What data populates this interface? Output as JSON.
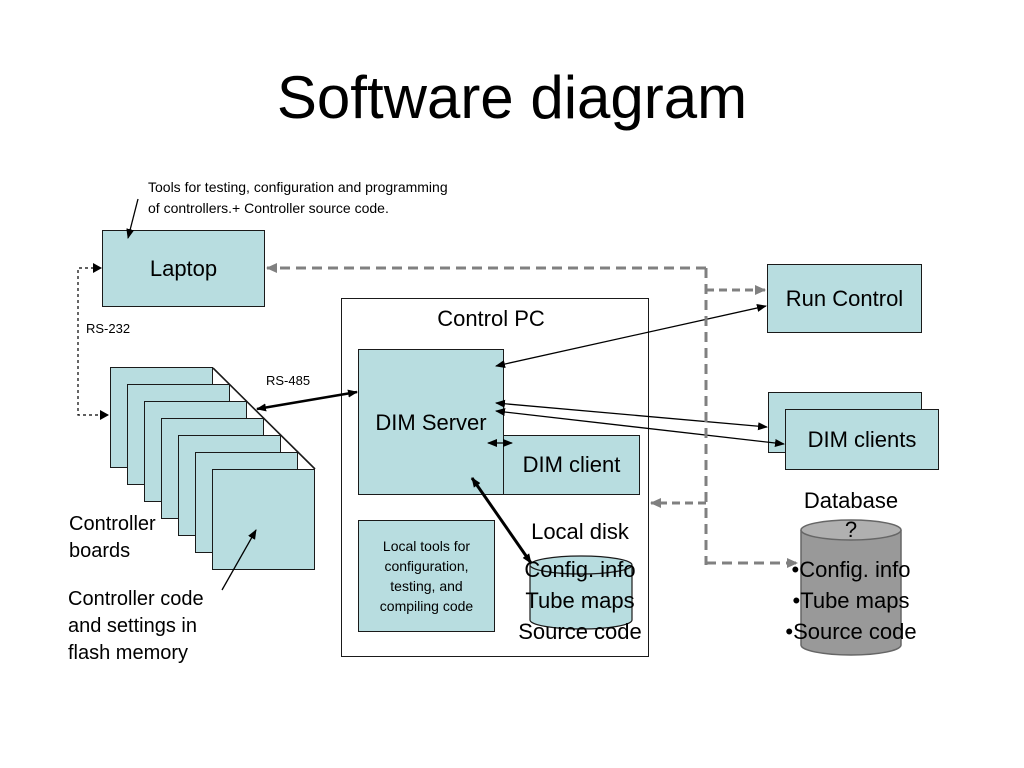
{
  "title": "Software diagram",
  "note": {
    "line1": "Tools for testing, configuration and programming",
    "line2": "of controllers.+ Controller source code."
  },
  "laptop": {
    "label": "Laptop"
  },
  "run_control": {
    "label": "Run Control"
  },
  "dim_clients": {
    "label": "DIM clients"
  },
  "control_pc": {
    "label": "Control PC",
    "dim_server": "DIM Server",
    "dim_client": "DIM client",
    "local_tools": {
      "lines": [
        "Local tools for",
        "configuration,",
        "testing, and",
        "compiling code"
      ]
    },
    "local_disk": {
      "label": "Local disk",
      "items": [
        "Config. info",
        "Tube maps",
        "Source code"
      ]
    }
  },
  "links": {
    "rs232": "RS-232",
    "rs485": "RS-485"
  },
  "controller_boards": {
    "line1": "Controller",
    "line2": "boards"
  },
  "flash_note": {
    "lines": [
      "Controller code",
      "and settings in",
      "flash memory"
    ]
  },
  "database": {
    "label": "Database",
    "label_q": "?",
    "items": [
      "•Config. info",
      "•Tube maps",
      "•Source code"
    ]
  },
  "colors": {
    "box_fill": "#b8dde0",
    "dashed_line": "#808080",
    "disk_body": "#999999"
  }
}
